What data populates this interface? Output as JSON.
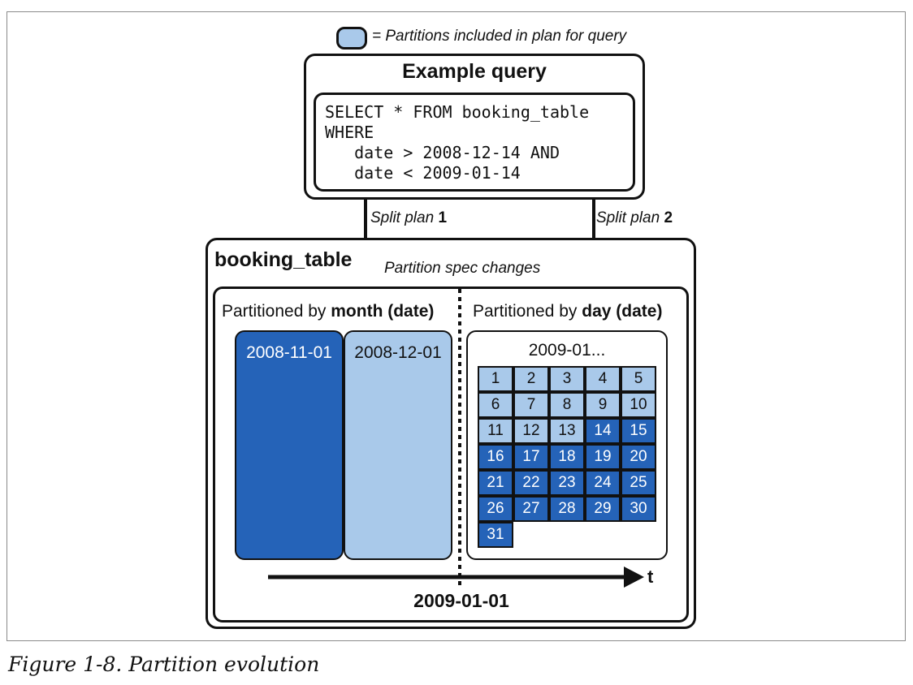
{
  "legend": {
    "text": "= Partitions included in plan for query",
    "included_color": "#2563b8",
    "partial_color": "#a9c9ea"
  },
  "query": {
    "title": "Example query",
    "code": "SELECT * FROM booking_table\nWHERE\n   date > 2008-12-14 AND\n   date < 2009-01-14"
  },
  "split_plans": [
    {
      "label": "Split plan",
      "num": "1"
    },
    {
      "label": "Split plan",
      "num": "2"
    }
  ],
  "table": {
    "name": "booking_table",
    "spec_change_label": "Partition spec changes",
    "month_section": {
      "title_prefix": "Partitioned by ",
      "title_bold": "month (date)",
      "partitions": [
        {
          "label": "2008-11-01",
          "included": true
        },
        {
          "label": "2008-12-01",
          "included": false
        }
      ]
    },
    "day_section": {
      "title_prefix": "Partitioned by ",
      "title_bold": "day (date)",
      "month_label": "2009-01...",
      "days": [
        "1",
        "2",
        "3",
        "4",
        "5",
        "6",
        "7",
        "8",
        "9",
        "10",
        "11",
        "12",
        "13",
        "14",
        "15",
        "16",
        "17",
        "18",
        "19",
        "20",
        "21",
        "22",
        "23",
        "24",
        "25",
        "26",
        "27",
        "28",
        "29",
        "30",
        "31"
      ],
      "first_included_day": 14
    },
    "timeline": {
      "axis_label": "t",
      "boundary_date": "2009-01-01"
    }
  },
  "caption": "Figure 1-8. Partition evolution"
}
